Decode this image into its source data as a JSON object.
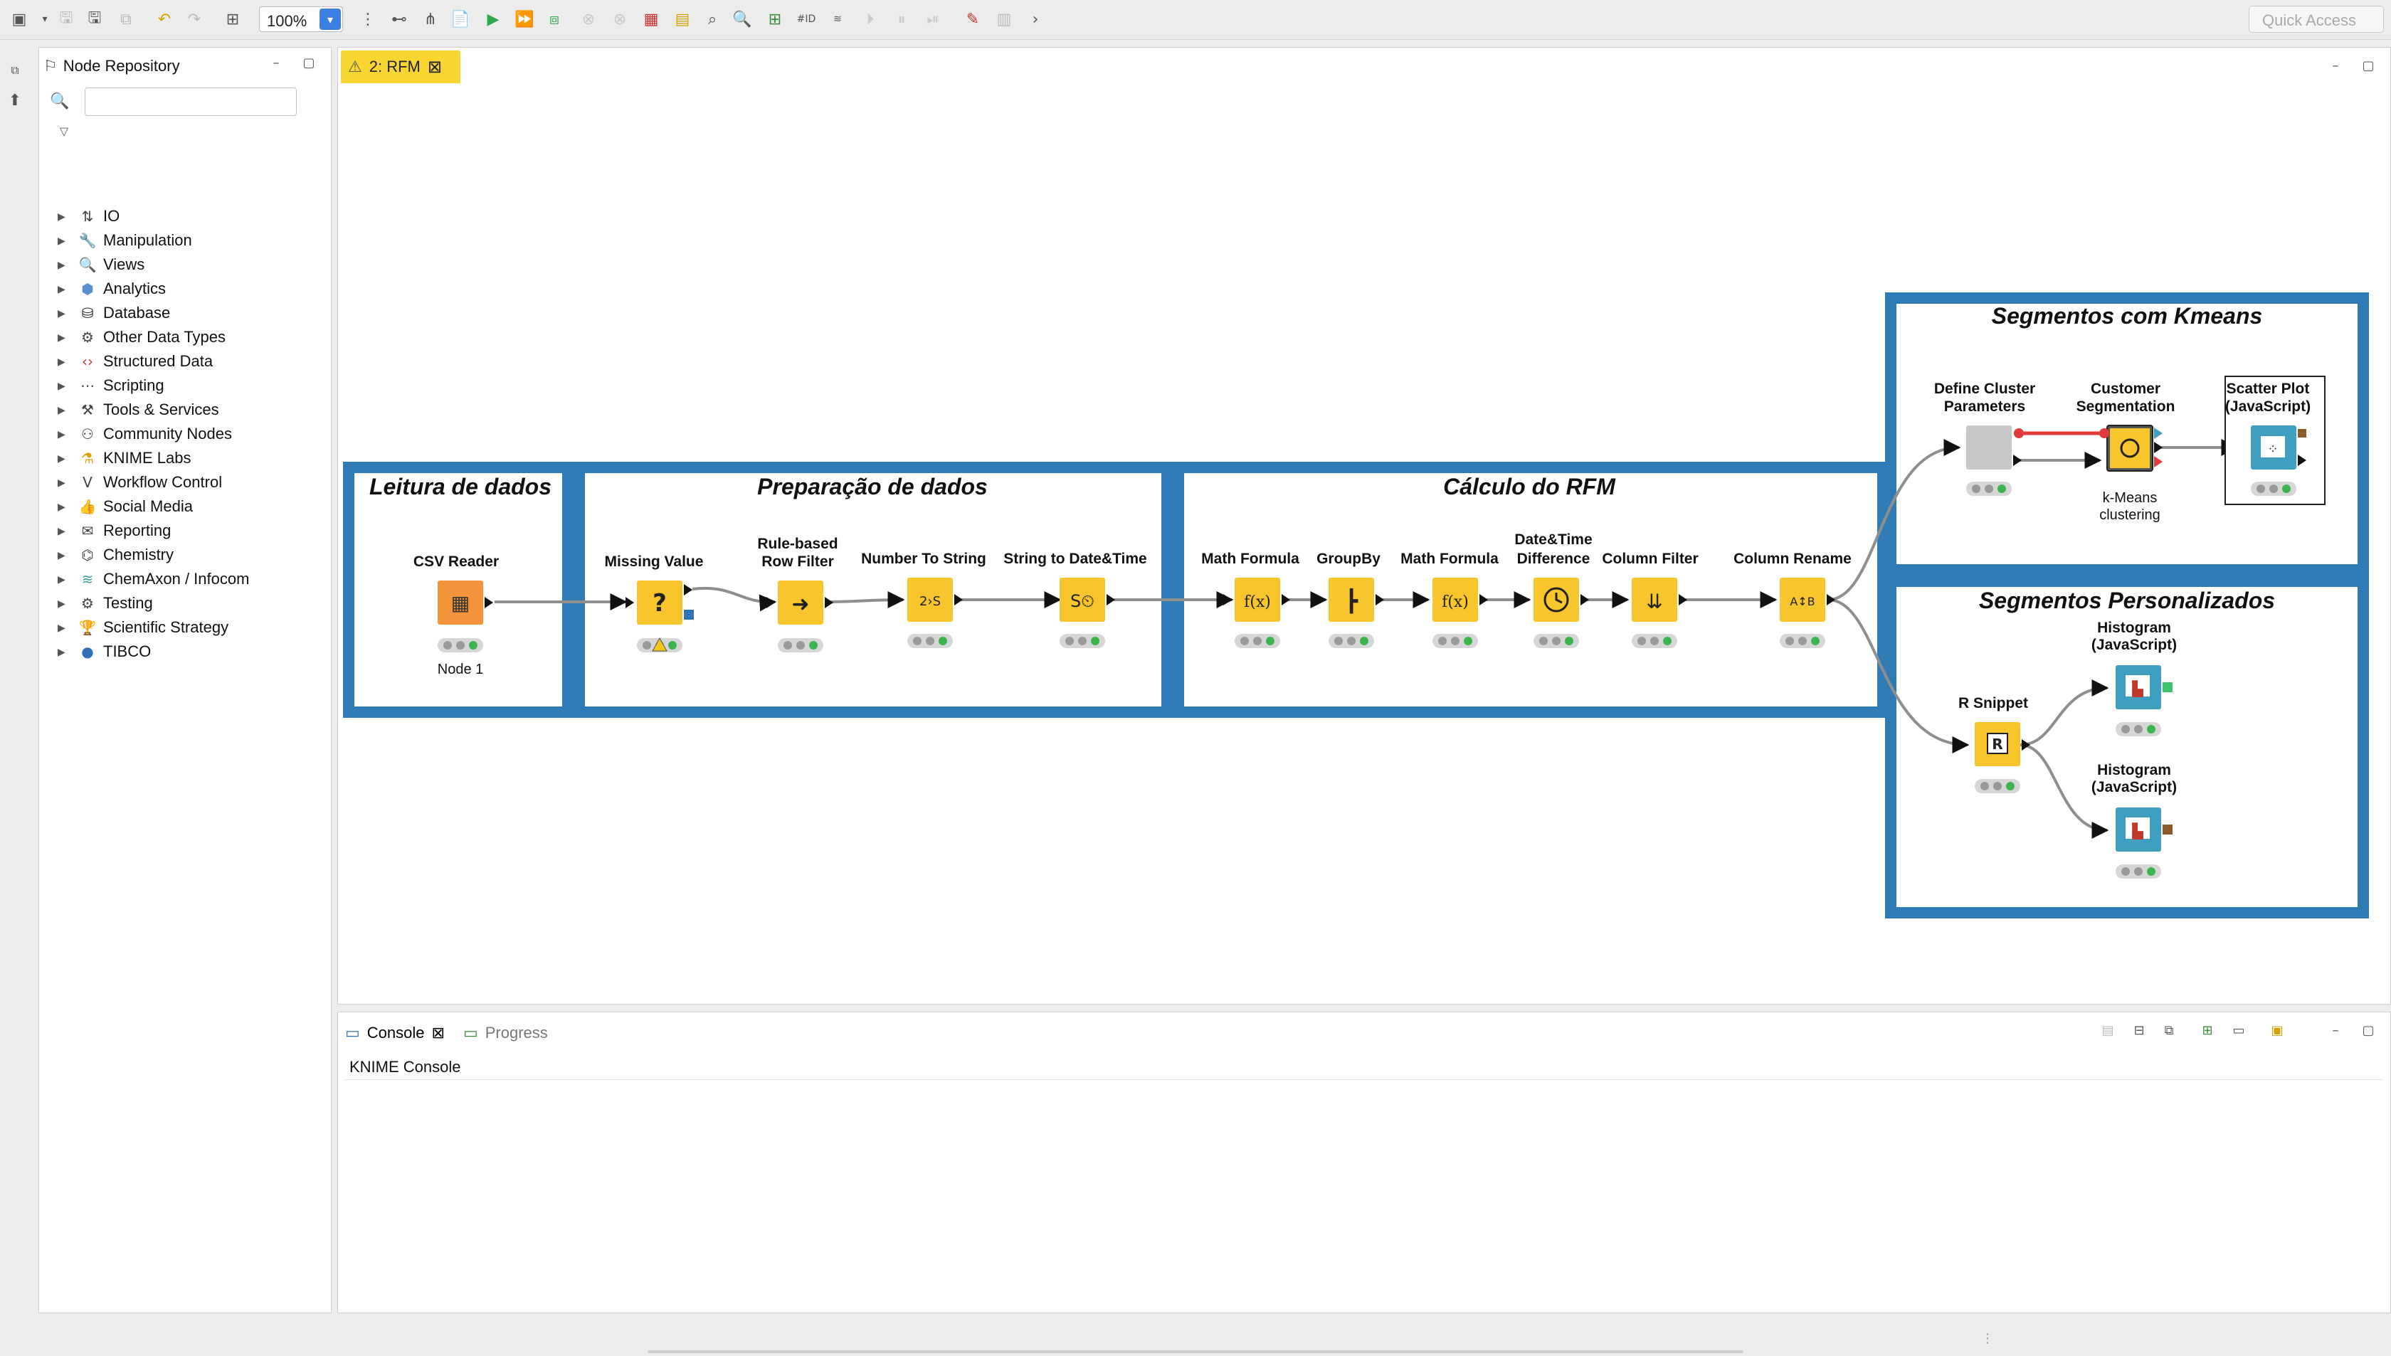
{
  "toolbar": {
    "zoom": "100%",
    "quick_access_placeholder": "Quick Access"
  },
  "repository": {
    "title": "Node Repository",
    "search_value": "",
    "categories": [
      {
        "label": "IO",
        "icon": "io-icon"
      },
      {
        "label": "Manipulation",
        "icon": "wrench-icon"
      },
      {
        "label": "Views",
        "icon": "magnifier-icon"
      },
      {
        "label": "Analytics",
        "icon": "cube-icon"
      },
      {
        "label": "Database",
        "icon": "database-icon"
      },
      {
        "label": "Other Data Types",
        "icon": "gears-icon"
      },
      {
        "label": "Structured Data",
        "icon": "brackets-icon"
      },
      {
        "label": "Scripting",
        "icon": "script-icon"
      },
      {
        "label": "Tools & Services",
        "icon": "tools-icon"
      },
      {
        "label": "Community Nodes",
        "icon": "community-icon"
      },
      {
        "label": "KNIME Labs",
        "icon": "labs-icon"
      },
      {
        "label": "Workflow Control",
        "icon": "workflow-icon"
      },
      {
        "label": "Social Media",
        "icon": "thumb-icon"
      },
      {
        "label": "Reporting",
        "icon": "report-icon"
      },
      {
        "label": "Chemistry",
        "icon": "molecule-icon"
      },
      {
        "label": "ChemAxon / Infocom",
        "icon": "chemaxon-icon"
      },
      {
        "label": "Testing",
        "icon": "testing-icon"
      },
      {
        "label": "Scientific Strategy",
        "icon": "trophy-icon"
      },
      {
        "label": "TIBCO",
        "icon": "tibco-icon"
      }
    ]
  },
  "editor": {
    "tab_label": "2: RFM",
    "annotations": {
      "leitura": "Leitura de dados",
      "preparacao": "Preparação de dados",
      "calculo": "Cálculo do RFM",
      "kmeans": "Segmentos com Kmeans",
      "personalizados": "Segmentos Personalizados"
    },
    "nodes": {
      "csv_reader": {
        "name": "CSV Reader",
        "comment": "Node 1"
      },
      "missing_value": {
        "name": "Missing Value"
      },
      "rule_filter": {
        "line1": "Rule-based",
        "line2": "Row Filter"
      },
      "num_to_string": {
        "name": "Number To String"
      },
      "string_to_date": {
        "name": "String to Date&Time"
      },
      "math1": {
        "name": "Math Formula"
      },
      "groupby": {
        "name": "GroupBy"
      },
      "math2": {
        "name": "Math Formula"
      },
      "date_diff": {
        "line1": "Date&Time",
        "line2": "Difference"
      },
      "col_filter": {
        "name": "Column Filter"
      },
      "col_rename": {
        "name": "Column Rename"
      },
      "define_cluster": {
        "line1": "Define Cluster",
        "line2": "Parameters"
      },
      "customer_seg": {
        "line1": "Customer",
        "line2": "Segmentation",
        "comment1": "k-Means",
        "comment2": "clustering"
      },
      "scatter": {
        "line1": "Scatter Plot",
        "line2": "(JavaScript)"
      },
      "r_snippet": {
        "name": "R Snippet"
      },
      "hist1": {
        "line1": "Histogram",
        "line2": "(JavaScript)"
      },
      "hist2": {
        "line1": "Histogram",
        "line2": "(JavaScript)"
      }
    },
    "colors": {
      "annotation_border": "#2e7bb5",
      "node_yellow": "#f8c52c",
      "node_orange": "#f3943a",
      "node_teal": "#3e9fc0",
      "node_gray": "#c8c8c8"
    }
  },
  "console": {
    "tab_console": "Console",
    "tab_progress": "Progress",
    "text": "KNIME Console"
  }
}
